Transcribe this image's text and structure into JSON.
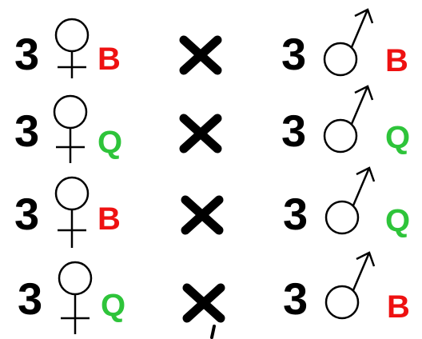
{
  "colors": {
    "B": "#ee1111",
    "Q": "#2ec43a",
    "symbol": "#000000"
  },
  "crosses": [
    {
      "female": {
        "count": "3",
        "symbol": "female-icon",
        "genotype": "B"
      },
      "operator": "×",
      "male": {
        "count": "3",
        "symbol": "male-icon",
        "genotype": "B"
      }
    },
    {
      "female": {
        "count": "3",
        "symbol": "female-icon",
        "genotype": "Q"
      },
      "operator": "×",
      "male": {
        "count": "3",
        "symbol": "male-icon",
        "genotype": "Q"
      }
    },
    {
      "female": {
        "count": "3",
        "symbol": "female-icon",
        "genotype": "B"
      },
      "operator": "×",
      "male": {
        "count": "3",
        "symbol": "male-icon",
        "genotype": "Q"
      }
    },
    {
      "female": {
        "count": "3",
        "symbol": "female-icon",
        "genotype": "Q"
      },
      "operator": "×",
      "male": {
        "count": "3",
        "symbol": "male-icon",
        "genotype": "B"
      }
    }
  ]
}
